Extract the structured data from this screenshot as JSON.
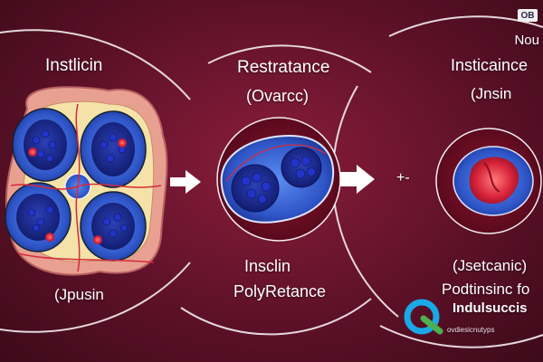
{
  "header": {
    "badge": "OB",
    "corner_label": "Nou"
  },
  "panels": [
    {
      "title": "Instlicin",
      "caption": "(Jpusin"
    },
    {
      "title": "Restratance",
      "subtitle": "(Ovarcc)",
      "caption_1": "Insclin",
      "caption_2": "PolyRetance"
    },
    {
      "title": "Insticaince",
      "subtitle": "(Jnsin",
      "caption_1": "(Jsetcanic)",
      "caption_2": "Podtinsinc fo",
      "caption_3": "Indulsuccis"
    }
  ],
  "connectors": {
    "plus_minus": "+-"
  },
  "logo": {
    "subtext": "ovdiesicnutyps"
  },
  "colors": {
    "bg_center": "#8a1d3a",
    "bg_edge": "#3d0a1a",
    "cell_blue": "#3d6fd6",
    "cell_dark": "#1e2f9a",
    "tissue_pink": "#e8a090",
    "tissue_yellow": "#f5e2a8",
    "nucleus_red": "#e0283a",
    "ring_white": "#f4eef0"
  }
}
